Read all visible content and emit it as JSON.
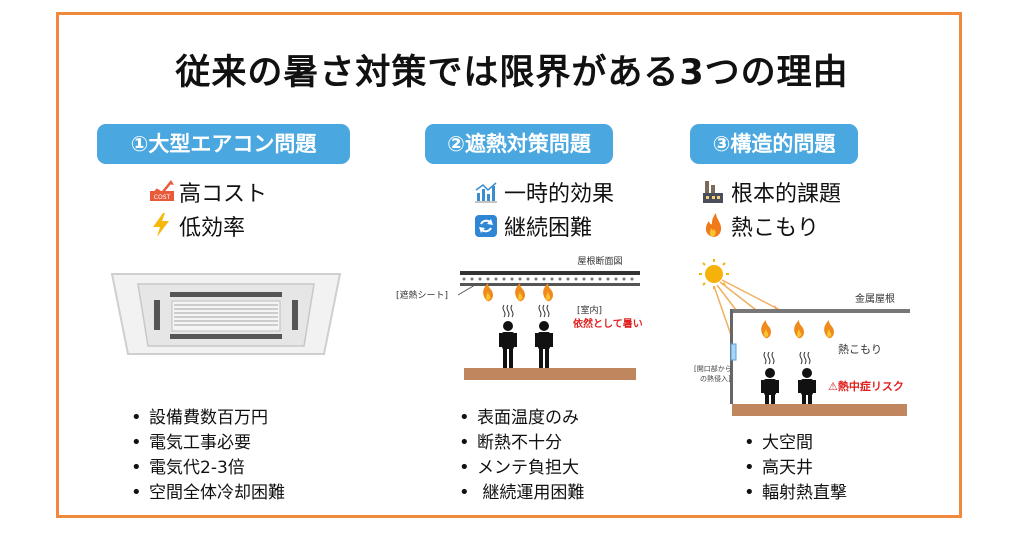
{
  "title": "従来の暑さ対策では限界がある3つの理由",
  "columns": [
    {
      "badge": "①大型エアコン問題",
      "features": [
        {
          "icon": "cost-chart-icon",
          "label": "高コスト"
        },
        {
          "icon": "lightning-icon",
          "label": "低効率"
        }
      ],
      "bullets": [
        "設備費数百万円",
        "電気工事必要",
        "電気代2-3倍",
        "空間全体冷却困難"
      ]
    },
    {
      "badge": "②遮熱対策問題",
      "features": [
        {
          "icon": "bar-chart-icon",
          "label": "一時的効果"
        },
        {
          "icon": "refresh-icon",
          "label": "継続困難"
        }
      ],
      "diagram": {
        "roof_label": "屋根断面図",
        "sheet_label": "[遮熱シート]",
        "room_label": "[室内]",
        "warning": "依然として暑い"
      },
      "bullets": [
        "表面温度のみ",
        "断熱不十分",
        "メンテ負担大",
        " 継続運用困難"
      ]
    },
    {
      "badge": "③構造的問題",
      "features": [
        {
          "icon": "factory-icon",
          "label": "根本的課題"
        },
        {
          "icon": "fire-icon",
          "label": "熱こもり"
        }
      ],
      "diagram": {
        "roof_label": "金属屋根",
        "heat_label": "熱こもり",
        "opening_label_1": "[開口部から",
        "opening_label_2": "の熱侵入]",
        "warning": "⚠熱中症リスク"
      },
      "bullets": [
        "大空間",
        "高天井",
        "輻射熱直撃"
      ]
    }
  ],
  "colors": {
    "accent": "#4aa7e0",
    "border": "#f0893b",
    "warning": "#e02020",
    "floor": "#c0875f"
  }
}
